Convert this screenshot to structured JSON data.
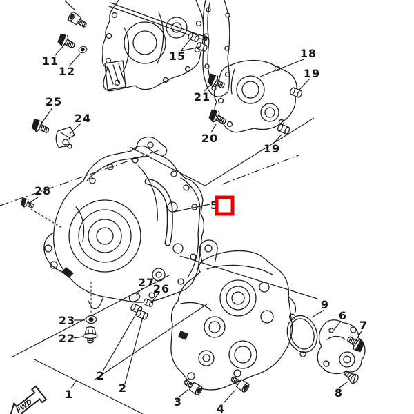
{
  "diagram": {
    "kind": "exploded-parts-diagram",
    "line_color": "#1c1c1c",
    "background_color": "#ffffff"
  },
  "callouts": {
    "c1": "1",
    "c2a": "2",
    "c2b": "2",
    "c3": "3",
    "c4": "4",
    "c5": "5",
    "c6": "6",
    "c7": "7",
    "c8": "8",
    "c9": "9",
    "c11": "11",
    "c12": "12",
    "c15": "15",
    "c18": "18",
    "c19a": "19",
    "c19b": "19",
    "c20": "20",
    "c21": "21",
    "c22": "22",
    "c23": "23",
    "c24": "24",
    "c25": "25",
    "c26": "26",
    "c27": "27",
    "c28": "28"
  },
  "highlight": {
    "linked_callout": "5",
    "color": "#e60000"
  },
  "direction_marker": {
    "label": "FWD"
  }
}
